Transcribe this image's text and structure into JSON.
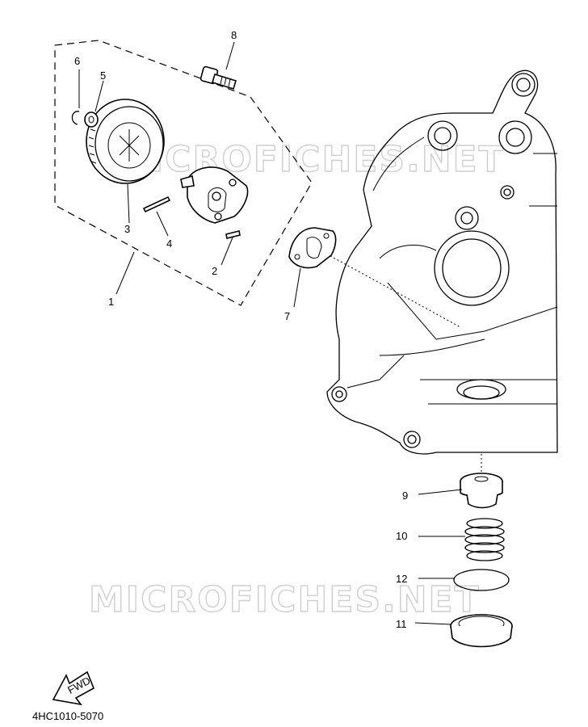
{
  "watermark": "MICROFICHES.NET",
  "diagram_code": "4HC1010-5070",
  "fwd_label": "FWD",
  "callouts": {
    "c1": "1",
    "c2": "2",
    "c3": "3",
    "c4": "4",
    "c5": "5",
    "c6": "6",
    "c7": "7",
    "c8": "8",
    "c9": "9",
    "c10": "10",
    "c11": "11",
    "c12": "12"
  }
}
